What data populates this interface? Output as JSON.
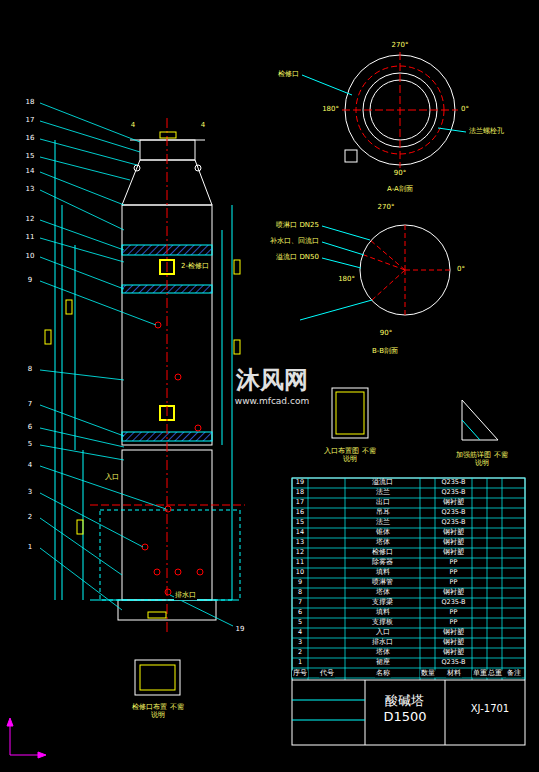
{
  "diagram": {
    "nodes": [
      {
        "text": [
          "酸碱塔",
          "D1500"
        ]
      },
      {
        "text": [
          "XJ-1701"
        ]
      }
    ],
    "labels": [
      "18",
      "17",
      "16",
      "15",
      "14",
      "13",
      "12",
      "11",
      "10",
      "9",
      "8",
      "7",
      "6",
      "5",
      "4",
      "3",
      "2",
      "1",
      "19",
      "4",
      "4",
      "2-检修口",
      "入口",
      "排水口",
      "检修口",
      "270°",
      "0°",
      "90°",
      "180°",
      "法兰螺栓孔",
      "A-A剖面",
      "喷淋口 DN25",
      "补水口、回流口",
      "溢流口 DN50",
      "270°",
      "0°",
      "90°",
      "180°",
      "B-B剖面",
      "入口布置图 不需说明",
      "加强筋详图 不需说明",
      "检修口布置 不需说明",
      "沐风网",
      "www.mfcad.com",
      "序号",
      "代号",
      "名称",
      "数量",
      "材料",
      "单重",
      "总重",
      "备注",
      "19",
      "溢流口",
      "Q235-B",
      "18",
      "法兰",
      "Q235-B",
      "17",
      "出口",
      "钢衬塑",
      "16",
      "吊耳",
      "Q235-B",
      "15",
      "法兰",
      "Q235-B",
      "14",
      "锥体",
      "钢衬塑",
      "13",
      "塔体",
      "钢衬塑",
      "12",
      "检修口",
      "钢衬塑",
      "11",
      "除雾器",
      "PP",
      "10",
      "填料",
      "PP",
      "9",
      "喷淋管",
      "PP",
      "8",
      "塔体",
      "钢衬塑",
      "7",
      "支撑梁",
      "Q235-B",
      "6",
      "填料",
      "PP",
      "5",
      "支撑板",
      "PP",
      "4",
      "入口",
      "钢衬塑",
      "3",
      "排水口",
      "钢衬塑",
      "2",
      "塔体",
      "钢衬塑",
      "1",
      "裙座",
      "Q235-B"
    ]
  }
}
